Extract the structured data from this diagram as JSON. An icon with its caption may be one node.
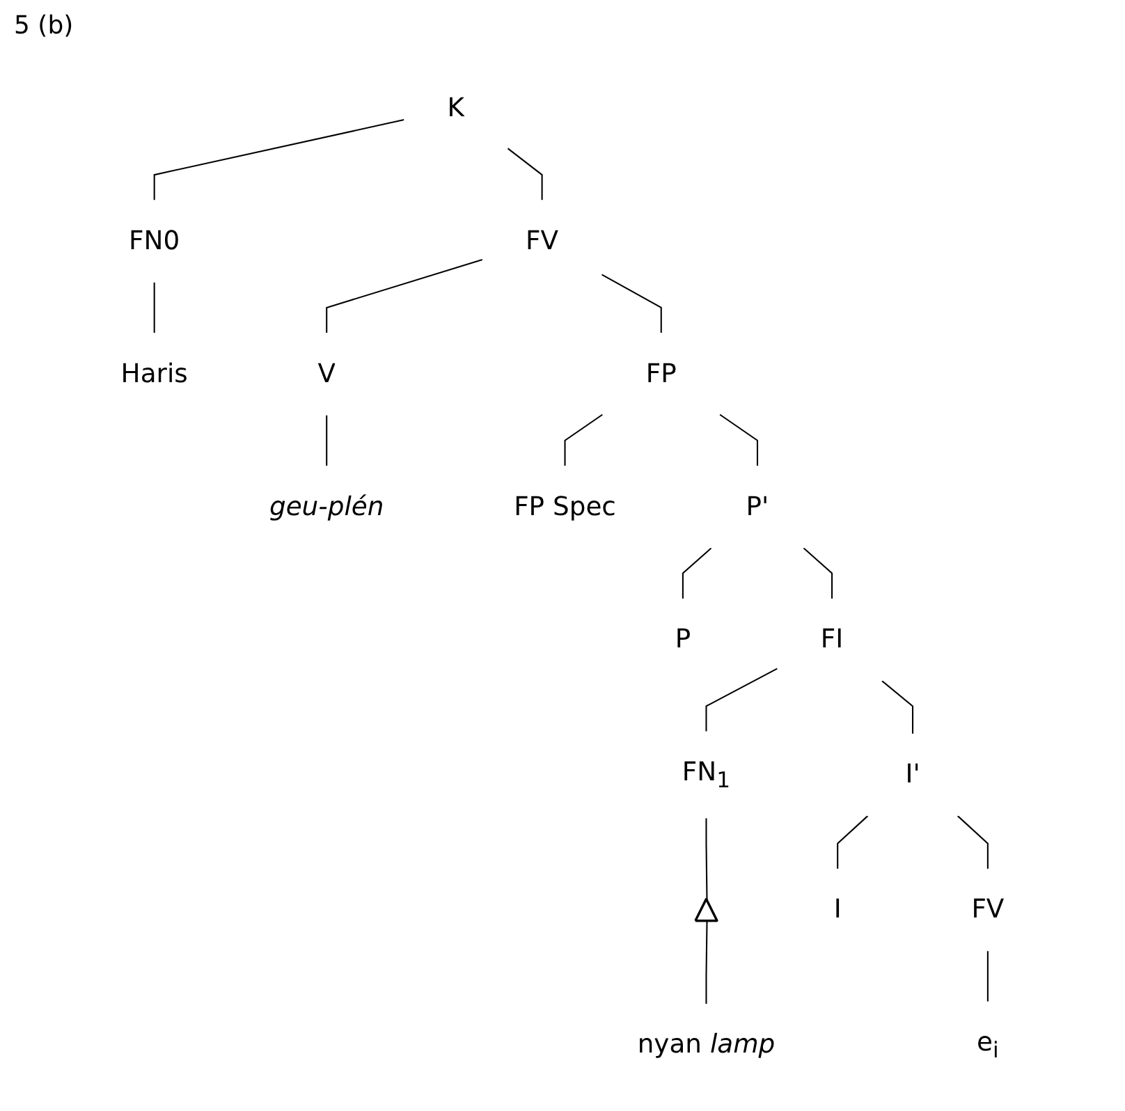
{
  "diagram": {
    "title": "5 (b)",
    "nodes": [
      {
        "text": [
          "K"
        ]
      },
      {
        "text": [
          "FN0"
        ]
      },
      {
        "text": [
          "FV"
        ]
      },
      {
        "text": [
          "Haris"
        ]
      },
      {
        "text": [
          "V"
        ]
      },
      {
        "text": [
          "FP"
        ]
      },
      {
        "text": [
          "geu-plén"
        ]
      },
      {
        "text": [
          "FP Spec"
        ]
      },
      {
        "text": [
          "P'"
        ]
      },
      {
        "text": [
          "P"
        ]
      },
      {
        "text": [
          "FI"
        ]
      },
      {
        "text": [
          "FN$_{1}$"
        ]
      },
      {
        "text": [
          "I'"
        ]
      },
      {
        "text": [
          "I"
        ]
      },
      {
        "text": [
          "FV"
        ]
      },
      {
        "text": [],
        "shape": "triangle"
      },
      {
        "text": [
          "nyan *lamp*"
        ]
      },
      {
        "text": [
          "e$_{i}$"
        ]
      }
    ],
    "edges": [
      {
        "from": 0,
        "to": 1,
        "arrow": "none"
      },
      {
        "from": 0,
        "to": 2,
        "arrow": "none"
      },
      {
        "from": 1,
        "to": 3,
        "arrow": "none"
      },
      {
        "from": 2,
        "to": 4,
        "arrow": "none"
      },
      {
        "from": 2,
        "to": 5,
        "arrow": "none"
      },
      {
        "from": 4,
        "to": 6,
        "arrow": "none"
      },
      {
        "from": 5,
        "to": 7,
        "arrow": "none"
      },
      {
        "from": 5,
        "to": 8,
        "arrow": "none"
      },
      {
        "from": 8,
        "to": 9,
        "arrow": "none"
      },
      {
        "from": 8,
        "to": 10,
        "arrow": "none"
      },
      {
        "from": 10,
        "to": 11,
        "arrow": "none"
      },
      {
        "from": 10,
        "to": 12,
        "arrow": "none"
      },
      {
        "from": 12,
        "to": 13,
        "arrow": "none"
      },
      {
        "from": 12,
        "to": 14,
        "arrow": "none"
      },
      {
        "from": 11,
        "to": 15,
        "arrow": "none"
      },
      {
        "from": 15,
        "to": 16,
        "arrow": "none"
      },
      {
        "from": 14,
        "to": 17,
        "arrow": "none"
      }
    ]
  }
}
